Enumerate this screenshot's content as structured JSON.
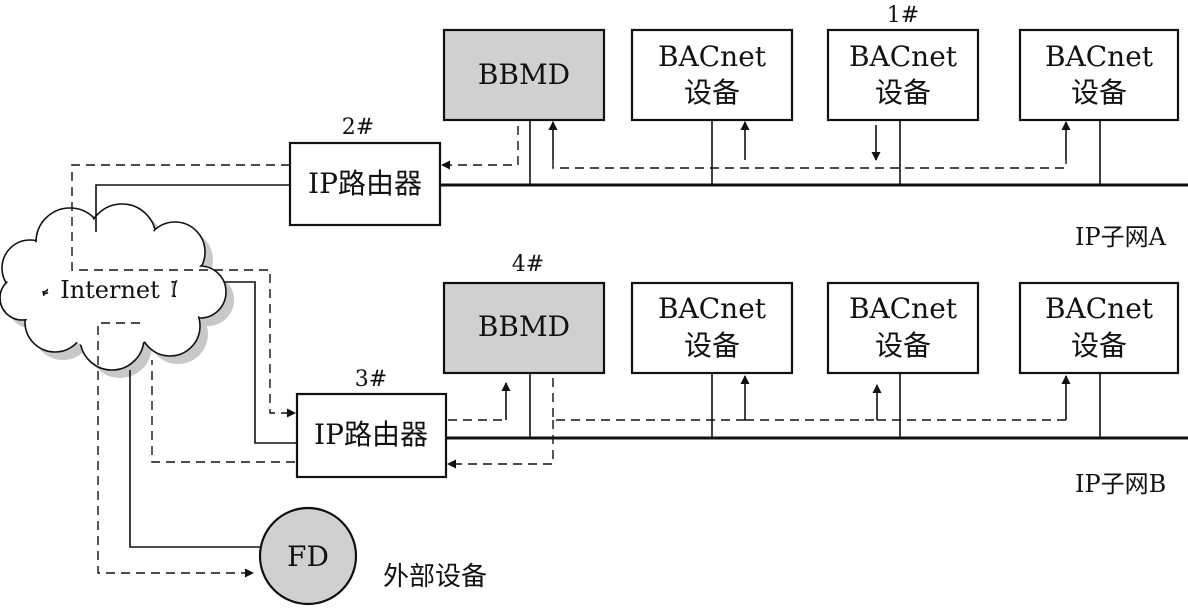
{
  "subnet_a": {
    "label": "IP子网A",
    "router": {
      "label": "IP路由器",
      "number": "2#"
    },
    "bbmd": {
      "label": "BBMD"
    },
    "devices": [
      {
        "line1": "BACnet",
        "line2": "设备",
        "number": ""
      },
      {
        "line1": "BACnet",
        "line2": "设备",
        "number": "1#"
      },
      {
        "line1": "BACnet",
        "line2": "设备",
        "number": ""
      }
    ]
  },
  "subnet_b": {
    "label": "IP子网B",
    "router": {
      "label": "IP路由器",
      "number": "3#"
    },
    "bbmd": {
      "label": "BBMD",
      "number": "4#"
    },
    "devices": [
      {
        "line1": "BACnet",
        "line2": "设备"
      },
      {
        "line1": "BACnet",
        "line2": "设备"
      },
      {
        "line1": "BACnet",
        "line2": "设备"
      }
    ]
  },
  "internet": {
    "label": "Internet"
  },
  "foreign_device": {
    "label": "FD",
    "caption": "外部设备"
  },
  "colors": {
    "line": "#111111",
    "bbmd_fill": "#d0d0d0",
    "cloud_shadow": "#c8c8c8"
  }
}
